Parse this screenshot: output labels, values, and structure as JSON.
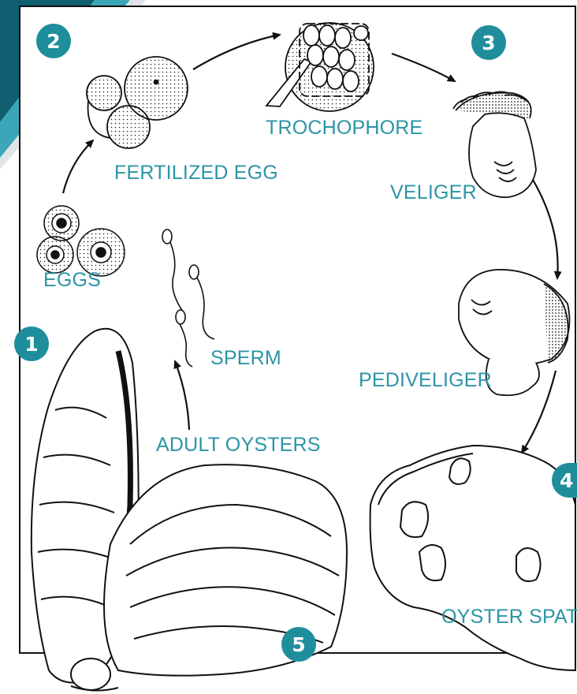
{
  "colors": {
    "accent": "#2b95a6",
    "badge": "#1f8e9c",
    "corner_dark": "#0f5f70",
    "corner_light": "#3aa6b8",
    "ink": "#111111"
  },
  "stages": {
    "eggs": "EGGS",
    "sperm": "SPERM",
    "fertilized_egg": "FERTILIZED EGG",
    "trochophore": "TROCHOPHORE",
    "veliger": "VELIGER",
    "pediveliger": "PEDIVELIGER",
    "oyster_spat": "OYSTER SPAT",
    "adult_oysters": "ADULT OYSTERS"
  },
  "badges": {
    "b1": "1",
    "b2": "2",
    "b3": "3",
    "b4": "4",
    "b5": "5"
  }
}
